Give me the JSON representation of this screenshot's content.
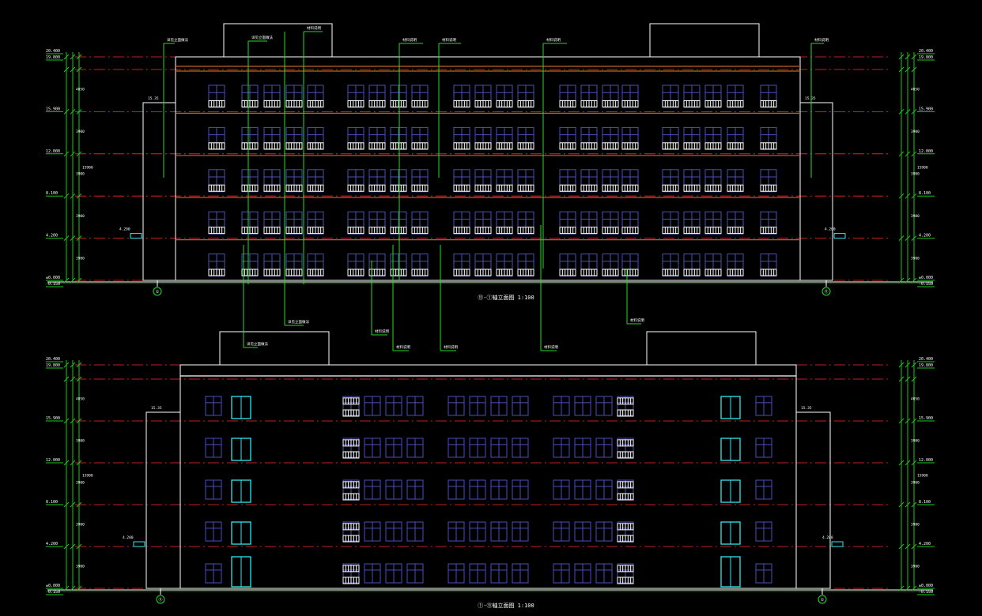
{
  "drawings": [
    {
      "caption": "⑪-①轴立面图 1:100",
      "level_labels": [
        "-0.150",
        "±0.000",
        "4.200",
        "8.100",
        "12.000",
        "15.900",
        "19.800",
        "20.400"
      ],
      "left_axis_mark": "①",
      "right_axis_mark": "⑪",
      "roof_edge_label": "15.35",
      "canopy_label": "4.200",
      "callouts": [
        "详见立面做法",
        "详见立面做法",
        "材料说明",
        "材料说明",
        "材料说明",
        "材料说明",
        "材料说明"
      ],
      "dimension_texts": [
        "3900",
        "3900",
        "3900",
        "3900",
        "4050",
        "15900"
      ]
    },
    {
      "caption": "①-⑪轴立面图 1:100",
      "level_labels": [
        "-0.150",
        "±0.000",
        "4.200",
        "8.100",
        "12.000",
        "15.900",
        "19.800",
        "20.400"
      ],
      "left_axis_mark": "⑪",
      "right_axis_mark": "①",
      "roof_edge_label": "15.35",
      "canopy_label": "4.200",
      "callouts": [
        "详见立面做法",
        "详见立面做法",
        "材料说明",
        "材料说明",
        "材料说明",
        "材料说明",
        "材料说明"
      ],
      "dimension_texts": [
        "3900",
        "3900",
        "3900",
        "3900",
        "4050",
        "15900"
      ]
    }
  ],
  "colors": {
    "background": "#000000",
    "outline": "#ffffff",
    "level_line": "#ff2a2a",
    "window": "#4a50b8",
    "leader": "#1fe01f",
    "door": "#32e6f0",
    "band": "#b8642a",
    "dim": "#19c819"
  }
}
